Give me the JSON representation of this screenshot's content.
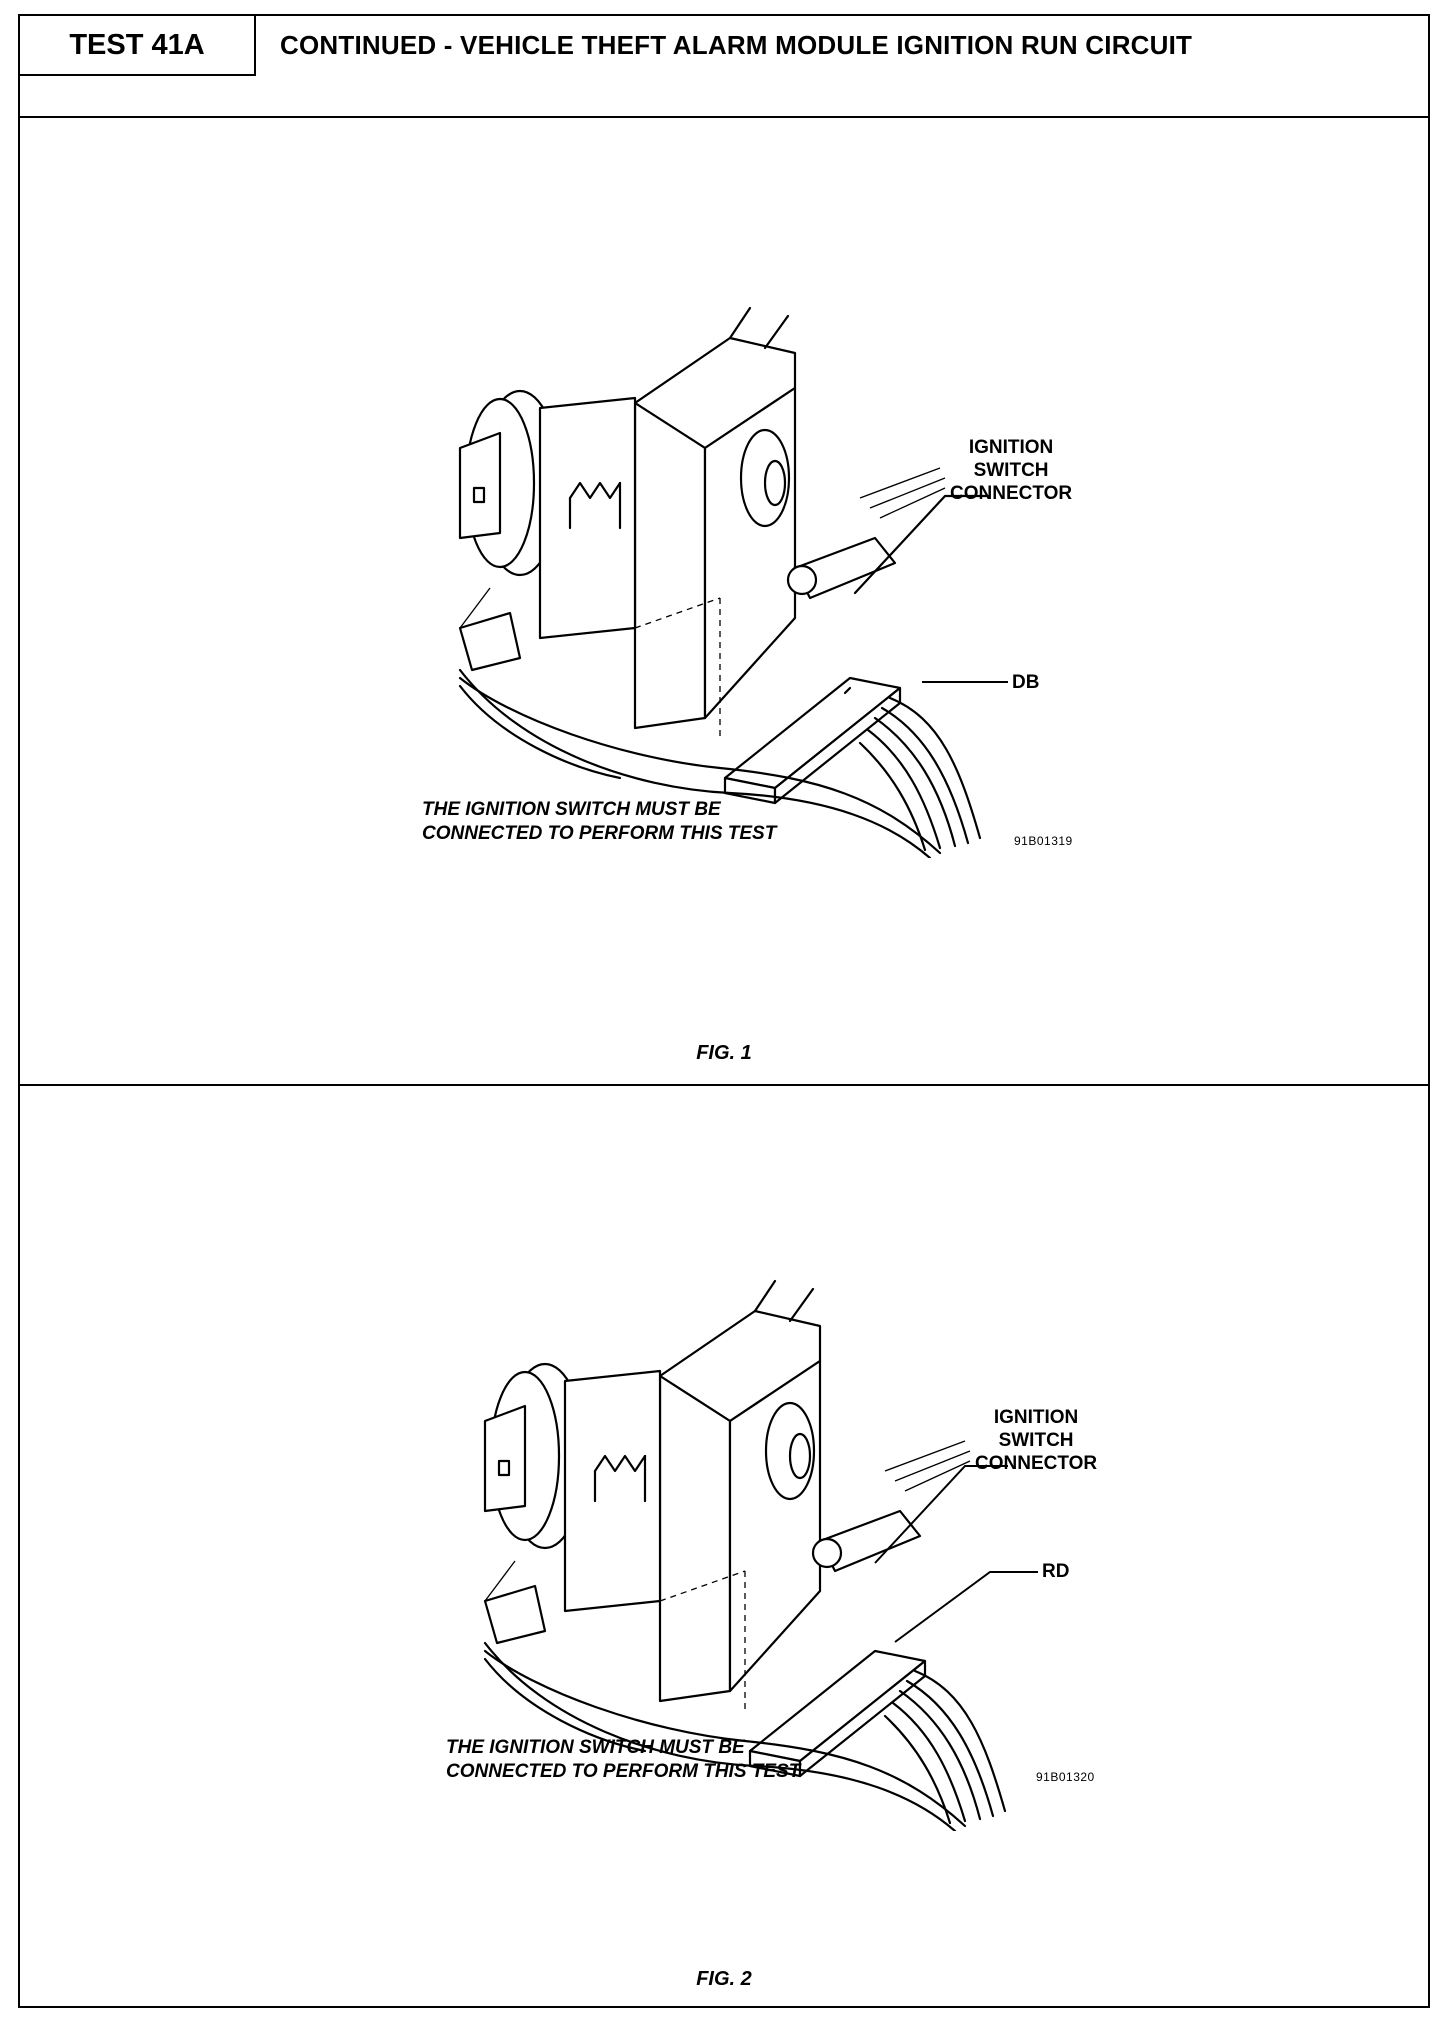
{
  "header": {
    "test_id": "TEST 41A",
    "title": "CONTINUED - VEHICLE THEFT ALARM MODULE IGNITION RUN CIRCUIT"
  },
  "figures": [
    {
      "caption": "FIG. 1",
      "connector_label": [
        "IGNITION",
        "SWITCH",
        "CONNECTOR"
      ],
      "wire_label": "DB",
      "note": [
        "THE IGNITION SWITCH MUST BE",
        "CONNECTED TO PERFORM THIS TEST"
      ],
      "code": "91B01319"
    },
    {
      "caption": "FIG. 2",
      "connector_label": [
        "IGNITION",
        "SWITCH",
        "CONNECTOR"
      ],
      "wire_label": "RD",
      "note": [
        "THE IGNITION SWITCH MUST BE",
        "CONNECTED TO PERFORM THIS TEST"
      ],
      "code": "91B01320"
    }
  ]
}
